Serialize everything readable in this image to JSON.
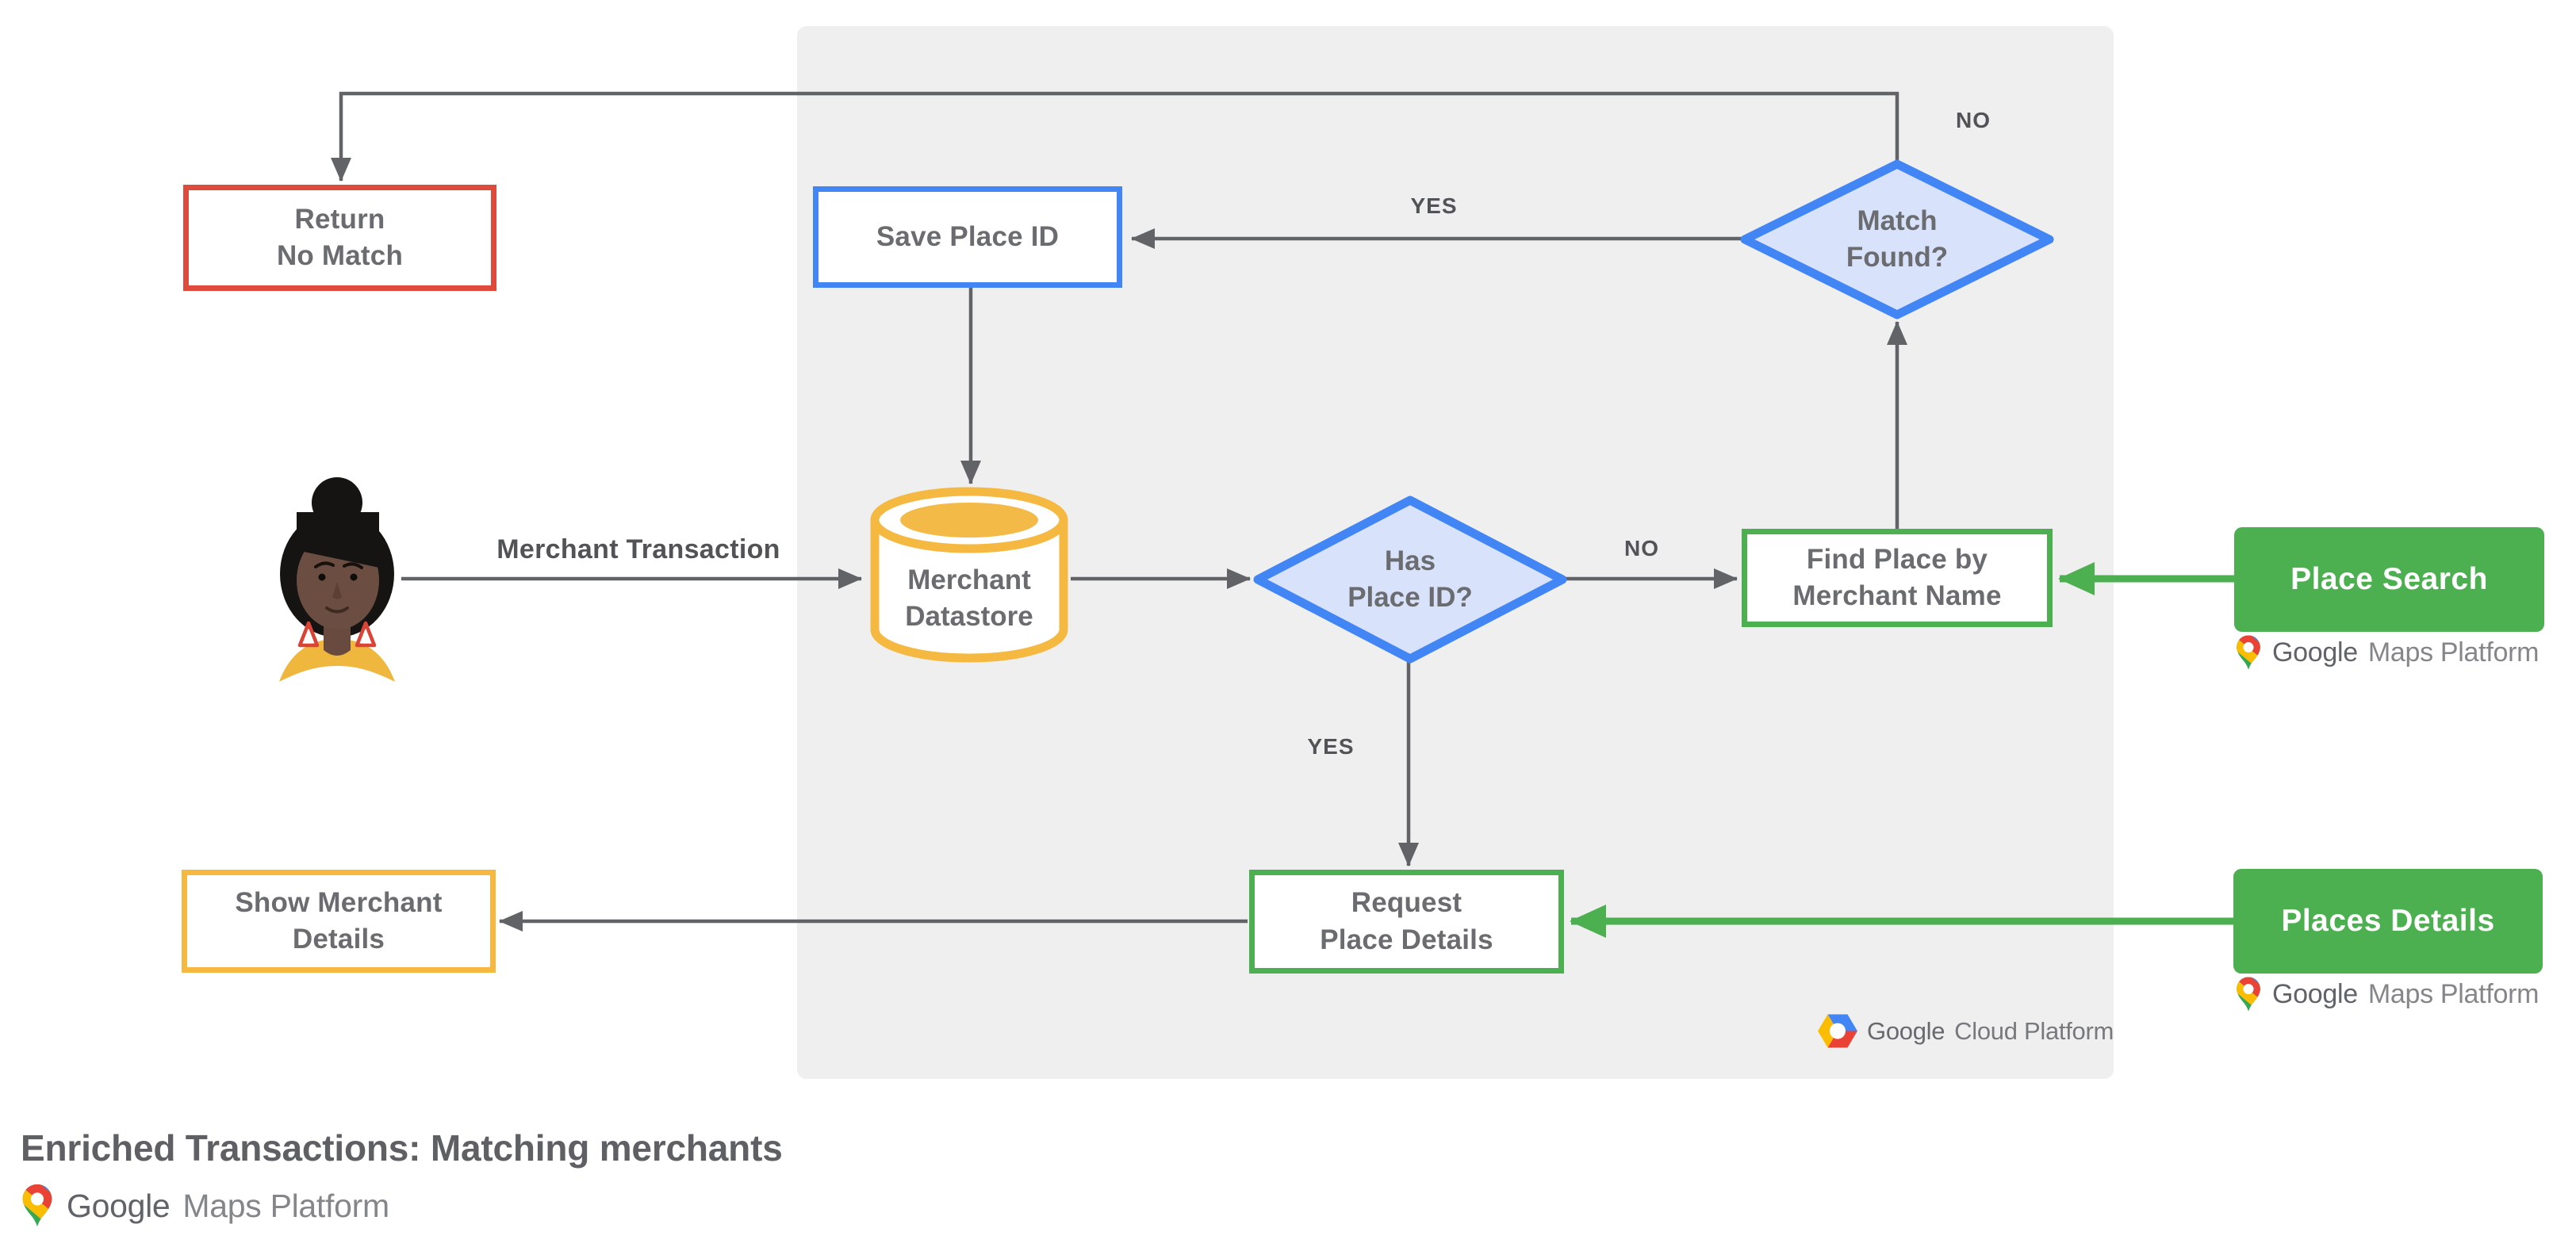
{
  "title": "Enriched Transactions: Matching merchants",
  "colors": {
    "red": "#DE4B3D",
    "blue": "#4285F4",
    "yellow": "#F5B942",
    "yellow_deep": "#F3BA47",
    "green": "#4CAF50",
    "panel": "#EFEFEF",
    "arrow": "#616366",
    "node_text": "#6A6C6F",
    "label_text": "#515356",
    "title_text": "#5E6064",
    "diamond_fill": "#D8E2FB",
    "g_blue": "#4285F4",
    "g_red": "#EA4335",
    "g_yellow": "#FBBC04",
    "g_green": "#34A853"
  },
  "nodes": {
    "return_no_match": {
      "label": "Return\nNo Match"
    },
    "save_place_id": {
      "label": "Save Place ID"
    },
    "match_found": {
      "label": "Match\nFound?"
    },
    "merchant_datastore": {
      "label": "Merchant\nDatastore"
    },
    "has_place_id": {
      "label": "Has\nPlace ID?"
    },
    "find_place": {
      "label": "Find Place by\nMerchant Name"
    },
    "place_search": {
      "label": "Place Search"
    },
    "request_place_details": {
      "label": "Request\nPlace Details"
    },
    "places_details": {
      "label": "Places Details"
    },
    "show_merchant_details": {
      "label": "Show Merchant\nDetails"
    }
  },
  "edge_labels": {
    "no_top": "NO",
    "yes_top": "YES",
    "no_mid": "NO",
    "yes_mid": "YES",
    "merchant_transaction": "Merchant Transaction"
  },
  "brand": {
    "maps": {
      "google": "Google",
      "rest": "Maps Platform"
    },
    "cloud": {
      "google": "Google",
      "rest": "Cloud Platform"
    }
  }
}
